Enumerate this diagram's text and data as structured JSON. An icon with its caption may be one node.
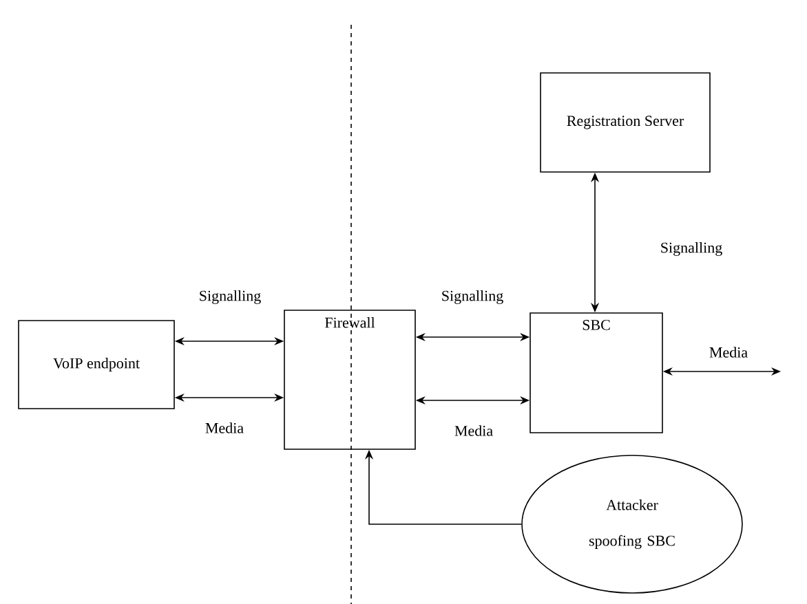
{
  "diagram": {
    "nodes": [
      {
        "text": [
          "VoIP endpoint"
        ]
      },
      {
        "text": [
          "Firewall"
        ]
      },
      {
        "text": [
          "SBC"
        ]
      },
      {
        "text": [
          "Registration Server"
        ]
      },
      {
        "text": [
          "Attacker spoofing SBC"
        ]
      }
    ],
    "edges": [
      {
        "from": 0,
        "to": 1,
        "arrow": "both",
        "label": "Signalling"
      },
      {
        "from": 0,
        "to": 1,
        "arrow": "both",
        "label": "Media"
      },
      {
        "from": 1,
        "to": 2,
        "arrow": "both",
        "label": "Signalling"
      },
      {
        "from": 1,
        "to": 2,
        "arrow": "both",
        "label": "Media"
      },
      {
        "from": 2,
        "to": 3,
        "arrow": "both",
        "label": "Signalling"
      },
      {
        "from": 2,
        "to": null,
        "arrow": "both",
        "label": "Media"
      },
      {
        "from": 4,
        "to": 1,
        "arrow": "to"
      }
    ]
  }
}
